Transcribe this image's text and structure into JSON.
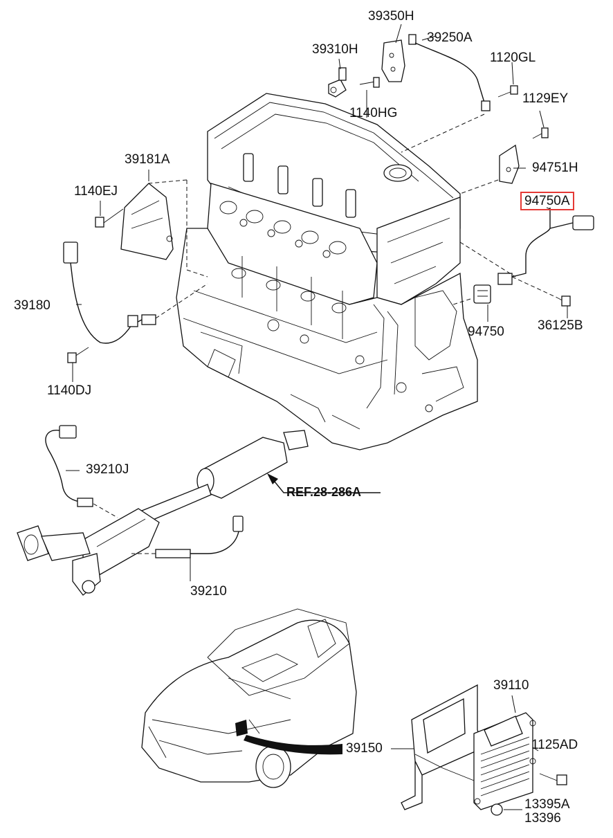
{
  "diagram": {
    "parts": [
      {
        "id": "39350H",
        "label": "39350H"
      },
      {
        "id": "39250A",
        "label": "39250A"
      },
      {
        "id": "39310H",
        "label": "39310H"
      },
      {
        "id": "1120GL",
        "label": "1120GL"
      },
      {
        "id": "1140HG",
        "label": "1140HG"
      },
      {
        "id": "1129EY",
        "label": "1129EY"
      },
      {
        "id": "39181A",
        "label": "39181A"
      },
      {
        "id": "94751H",
        "label": "94751H"
      },
      {
        "id": "1140EJ",
        "label": "1140EJ"
      },
      {
        "id": "94750A",
        "label": "94750A",
        "highlighted": true
      },
      {
        "id": "39180",
        "label": "39180"
      },
      {
        "id": "94750",
        "label": "94750"
      },
      {
        "id": "36125B",
        "label": "36125B"
      },
      {
        "id": "1140DJ",
        "label": "1140DJ"
      },
      {
        "id": "39210J",
        "label": "39210J"
      },
      {
        "id": "39210",
        "label": "39210"
      },
      {
        "id": "39110",
        "label": "39110"
      },
      {
        "id": "39150",
        "label": "39150"
      },
      {
        "id": "1125AD",
        "label": "1125AD"
      },
      {
        "id": "13395A",
        "label": "13395A"
      },
      {
        "id": "13396",
        "label": "13396"
      }
    ],
    "reference": "REF.28-286A",
    "highlight_color": "#e53935"
  }
}
